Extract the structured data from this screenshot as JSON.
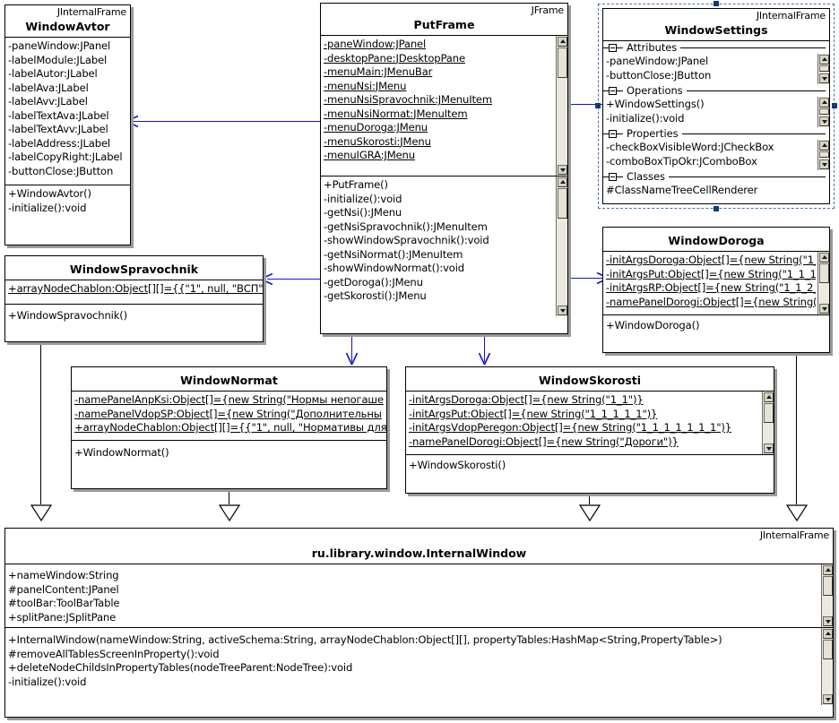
{
  "diagram": {
    "type": "uml-class-diagram",
    "title": "Java Swing window class hierarchy",
    "accent_connector_color": "#1414cf",
    "generalization_color": "#000000",
    "selection_color": "#123a77"
  },
  "classes": {
    "window_avtor": {
      "stereotype": "JInternalFrame",
      "name": "WindowAvtor",
      "attributes": [
        "-paneWindow:JPanel",
        "-labelModule:JLabel",
        "-labelAutor:JLabel",
        "-labelAva:JLabel",
        "-labelAvv:JLabel",
        "-labelTextAva:JLabel",
        "-labelTextAvv:JLabel",
        "-labelAddress:JLabel",
        "-labelCopyRight:JLabel",
        "-buttonClose:JButton"
      ],
      "operations": [
        "+WindowAvtor()",
        "-initialize():void"
      ]
    },
    "put_frame": {
      "stereotype": "JFrame",
      "name": "PutFrame",
      "attributes": [
        "-paneWindow:JPanel",
        "-desktopPane:JDesktopPane",
        "-menuMain:JMenuBar",
        "-menuNsi:JMenu",
        "-menuNsiSpravochnik:JMenuItem",
        "-menuNsiNormat:JMenuItem",
        "-menuDoroga:JMenu",
        "-menuSkorosti:JMenu",
        "-menuIGRA:JMenu"
      ],
      "operations": [
        "+PutFrame()",
        "-initialize():void",
        "-getNsi():JMenu",
        "-getNsiSpravochnik():JMenuItem",
        "-showWindowSpravochnik():void",
        "-getNsiNormat():JMenuItem",
        "-showWindowNormat():void",
        "-getDoroga():JMenu",
        "-getSkorosti():JMenu"
      ]
    },
    "window_settings": {
      "stereotype": "JInternalFrame",
      "name": "WindowSettings",
      "selected": true,
      "groups": [
        {
          "label": "Attributes",
          "rows": [
            "-paneWindow:JPanel",
            "-buttonClose:JButton"
          ]
        },
        {
          "label": "Operations",
          "rows": [
            "+WindowSettings()",
            "-initialize():void"
          ]
        },
        {
          "label": "Properties",
          "rows": [
            "-checkBoxVisibleWord:JCheckBox",
            "-comboBoxTipOkr:JComboBox"
          ]
        },
        {
          "label": "Classes",
          "rows": [
            "#ClassNameTreeCellRenderer"
          ]
        }
      ]
    },
    "window_spravochnik": {
      "stereotype": "",
      "name": "WindowSpravochnik",
      "attributes": [
        "+arrayNodeChablon:Object[][]={{\"1\", null, \"ВСП\","
      ],
      "operations": [
        "+WindowSpravochnik()"
      ]
    },
    "window_doroga": {
      "stereotype": "",
      "name": "WindowDoroga",
      "attributes": [
        "-initArgsDoroga:Object[]={new String(\"1_",
        "-initArgsPut:Object[]={new String(\"1_1_1",
        "-initArgsRP:Object[]={new String(\"1_1_2_",
        "-namePanelDorogi:Object[]={new String(\""
      ],
      "operations": [
        "+WindowDoroga()"
      ]
    },
    "window_normat": {
      "stereotype": "",
      "name": "WindowNormat",
      "attributes": [
        "-namePanelAnpKsi:Object[]={new String(\"Нормы непогаше",
        "-namePanelVdopSP:Object[]={new String(\"Дополнительны",
        "+arrayNodeChablon:Object[][]={{\"1\", null, \"Нормативы для"
      ],
      "operations": [
        "+WindowNormat()"
      ]
    },
    "window_skorosti": {
      "stereotype": "",
      "name": "WindowSkorosti",
      "attributes": [
        "-initArgsDoroga:Object[]={new String(\"1_1\")}",
        "-initArgsPut:Object[]={new String(\"1_1_1_1_1\")}",
        "-initArgsVdopPeregon:Object[]={new String(\"1_1_1_1_1_1_1\")}",
        "-namePanelDorogi:Object[]={new String(\"Дороги\")}"
      ],
      "operations": [
        "+WindowSkorosti()"
      ]
    },
    "internal_window": {
      "stereotype": "JInternalFrame",
      "name": "ru.library.window.InternalWindow",
      "attributes": [
        "+nameWindow:String",
        "#panelContent:JPanel",
        "#toolBar:ToolBarTable",
        "+splitPane:JSplitPane"
      ],
      "operations": [
        "+InternalWindow(nameWindow:String, activeSchema:String, arrayNodeChablon:Object[][], propertyTables:HashMap<String,PropertyTable>)",
        "#removeAllTablesScreenInProperty():void",
        "+deleteNodeChildsInPropertyTables(nodeTreeParent:NodeTree):void",
        "-initialize():void"
      ]
    }
  }
}
